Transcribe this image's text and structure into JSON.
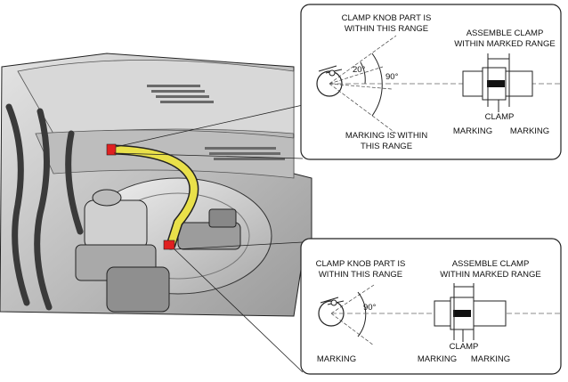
{
  "top_callout": {
    "clamp_knob_range": [
      "CLAMP KNOB PART IS",
      "WITHIN THIS RANGE"
    ],
    "angle_small": "20°",
    "angle_large": "90°",
    "marking_range": [
      "MARKING IS WITHIN",
      "THIS RANGE"
    ],
    "assemble_clamp": [
      "ASSEMBLE CLAMP",
      "WITHIN MARKED RANGE"
    ],
    "clamp": "CLAMP",
    "marking_left": "MARKING",
    "marking_right": "MARKING"
  },
  "bottom_callout": {
    "clamp_knob_range": [
      "CLAMP KNOB PART IS",
      "WITHIN THIS RANGE"
    ],
    "angle": "90°",
    "marking": "MARKING",
    "assemble_clamp": [
      "ASSEMBLE CLAMP",
      "WITHIN MARKED RANGE"
    ],
    "clamp": "CLAMP",
    "marking_left": "MARKING",
    "marking_right": "MARKING"
  },
  "colors": {
    "hose_highlight": "#e9e04a",
    "clamp_marker": "#e02020",
    "engine_bay": "#c9c9c9",
    "outline": "#111111"
  }
}
